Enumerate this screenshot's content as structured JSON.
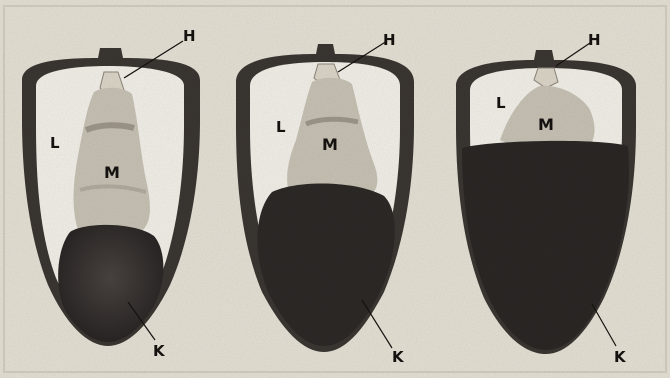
{
  "colors": {
    "paper": "#e7e2d6",
    "paper_edge": "#d5cfc2",
    "shell": "#3b3632",
    "white": "#f4f1ea",
    "albumen": "#c8c3b5",
    "yolk": "#2b2725",
    "ink": "#151210"
  },
  "eggs": [
    {
      "id": "egg-1",
      "labels": {
        "H": "H",
        "L": "L",
        "M": "M",
        "K": "K"
      }
    },
    {
      "id": "egg-2",
      "labels": {
        "H": "H",
        "L": "L",
        "M": "M",
        "K": "K"
      }
    },
    {
      "id": "egg-3",
      "labels": {
        "H": "H",
        "L": "L",
        "M": "M",
        "K": "K"
      }
    }
  ]
}
